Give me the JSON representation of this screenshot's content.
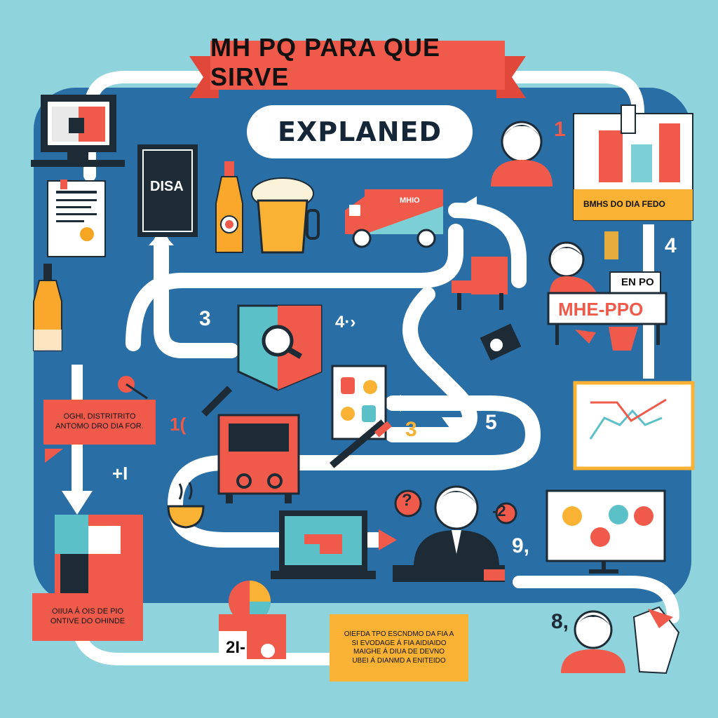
{
  "header": {
    "title": "MH PQ PARA QUE SIRVE",
    "subtitle": "EXPLANED"
  },
  "labels": {
    "board_sign": "DISA",
    "truck_sign": "MHIO",
    "chart_caption": "BMHS DO DIA FEDO",
    "desk_tag": "EN PO",
    "desk_banner": "MHE-PPO",
    "note_left": "OGHI, DISTRITRITO\nANTOMO DRO DIA FOR.",
    "note_bottom_left": "OIIUA Á OIS DE PIO\nONTIVE DO OHINDE",
    "note_bottom_center": "OIEFDA TPO ESCNDMO DA FIA A\nSI EVODAGE Á FIA AIDIAIDO\nMAIGHE Á DIUA DE DEVNO\nUBEI Á DIANMD A ENITEIDO",
    "box_21": "2I-"
  },
  "step_numbers": {
    "n1_top_right": "1",
    "n4_right": "4",
    "n3_left": "3",
    "n4_center": "4·›",
    "n10_left": "1(",
    "n3_center": "3",
    "n5": "5",
    "plus": "+I",
    "n2": "-2",
    "n9": "9,",
    "n8": "8,",
    "question": "?"
  },
  "colors": {
    "background": "#8fd3dc",
    "board": "#2a6ea6",
    "path": "#ffffff",
    "accent_red": "#f05a4a",
    "accent_orange": "#f6a623",
    "accent_yellow": "#f9c23c",
    "dark": "#1d2b36",
    "teal": "#5cc0c9"
  }
}
